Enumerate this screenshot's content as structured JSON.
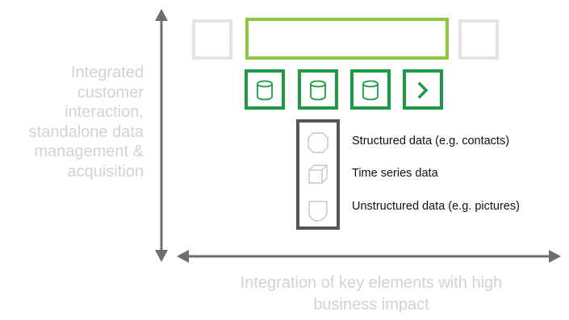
{
  "y_axis_label": "Integrated\ncustomer\ninteraction,\nstandalone data\nmanagement &\nacquisition",
  "x_axis_label": "Integration of key elements with high\nbusiness impact",
  "tiles": [
    {
      "icon": "database-icon"
    },
    {
      "icon": "database-icon"
    },
    {
      "icon": "database-icon"
    },
    {
      "icon": "chevron-right-icon"
    }
  ],
  "legend": [
    {
      "icon": "octagon-icon",
      "label": "Structured data (e.g. contacts)"
    },
    {
      "icon": "cube-icon",
      "label": "Time series data"
    },
    {
      "icon": "leaf-shape-icon",
      "label": "Unstructured data (e.g. pictures)"
    }
  ],
  "colors": {
    "dark_green": "#1e9a45",
    "light_green": "#8cc63f",
    "ghost_gray": "#e3e3e3",
    "axis_gray": "#6d6d6d",
    "label_gray": "#d2d2d2",
    "panel_gray": "#555555",
    "legend_icon_gray": "#c8c8c8"
  }
}
